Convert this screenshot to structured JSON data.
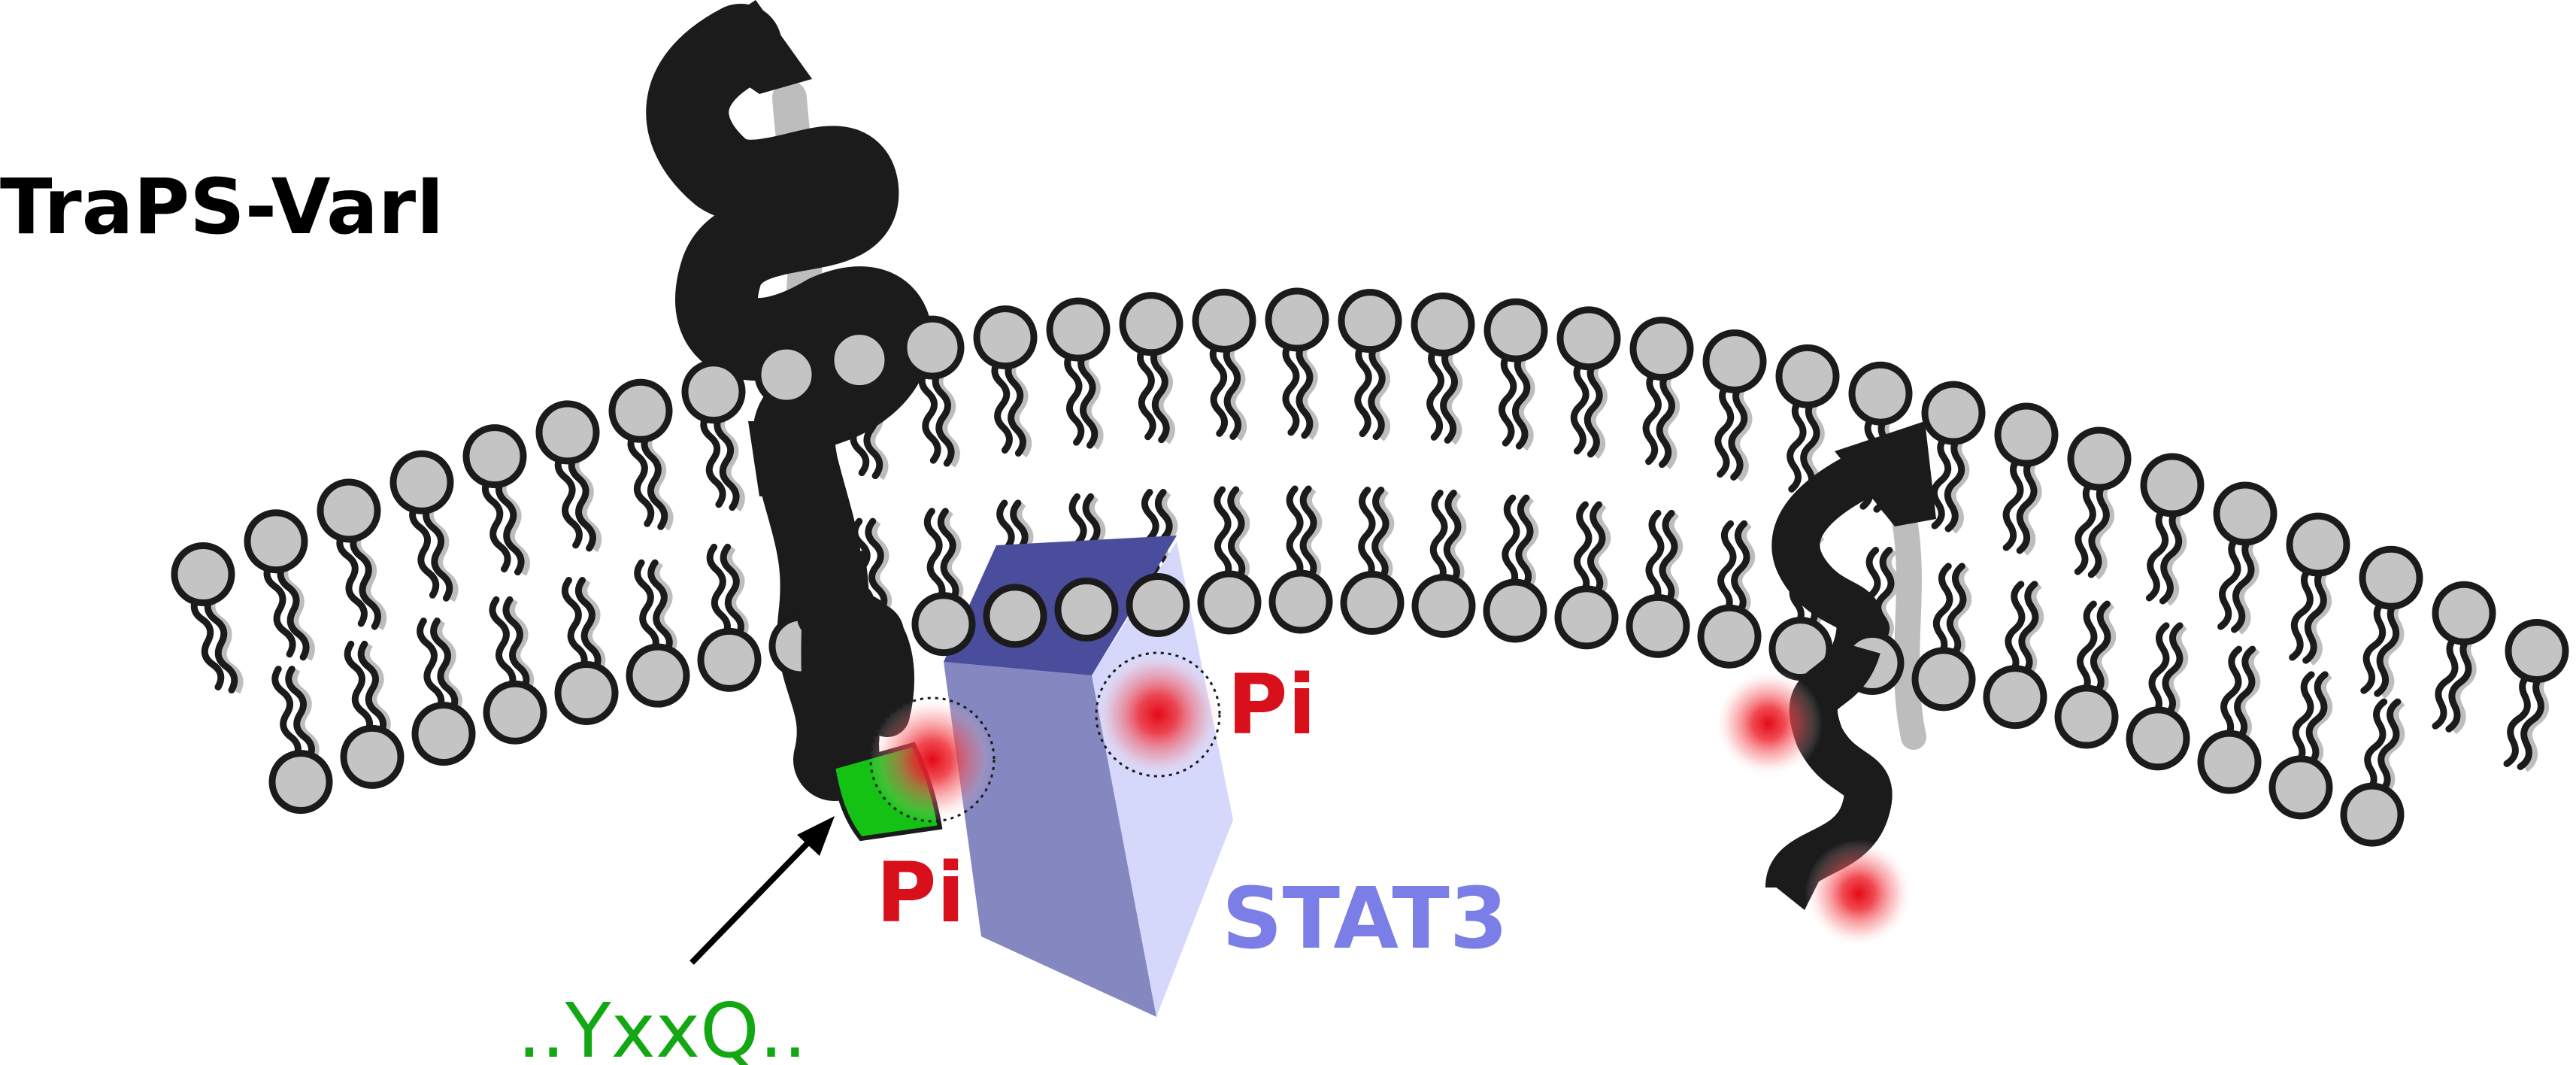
{
  "labels": {
    "protein": "TraPS-VarI",
    "motif": "..YxxQ..",
    "pi_left": "Pi",
    "pi_right": "Pi",
    "stat": "STAT3"
  },
  "colors": {
    "protein": "#1b1b1b",
    "protein_shadow": "#bdbdbd",
    "lipid_head": "#c4c4c4",
    "lipid_stroke": "#1b1b1b",
    "motif": "#13a813",
    "motif_fill": "#14c214",
    "phosphate": "#d8101c",
    "stat_label": "#7b7ee6",
    "stat_top": "#4a4d9c",
    "stat_front": "#8587c1",
    "stat_side": "#d6d8fb"
  },
  "icons": {
    "lipid": "phospholipid-icon",
    "protein": "transmembrane-protein-icon",
    "stat": "stat3-block-icon",
    "arrow": "pointer-arrow-icon",
    "phosphate": "phosphate-glow-icon"
  }
}
